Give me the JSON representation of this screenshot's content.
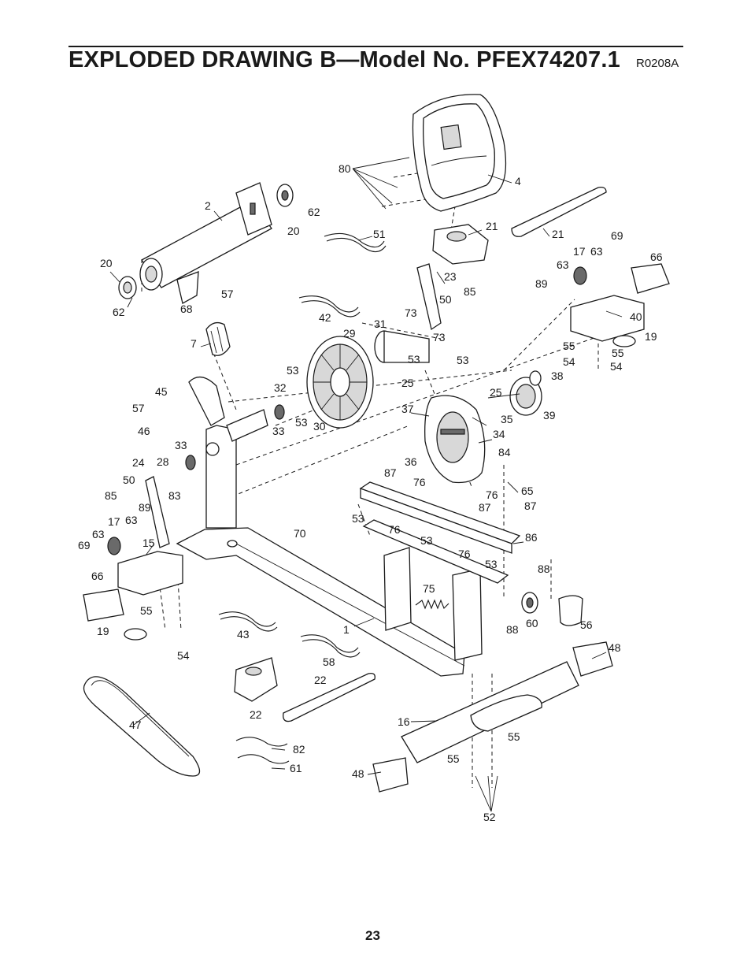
{
  "page": {
    "title": "EXPLODED DRAWING B—Model No. PFEX74207.1",
    "drawing_code": "R0208A",
    "page_number": "23"
  },
  "callouts": [
    "80",
    "4",
    "2",
    "62",
    "20",
    "51",
    "21",
    "21",
    "69",
    "17",
    "63",
    "66",
    "63",
    "89",
    "20",
    "62",
    "68",
    "57",
    "42",
    "23",
    "50",
    "85",
    "40",
    "73",
    "31",
    "73",
    "29",
    "55",
    "55",
    "54",
    "54",
    "19",
    "7",
    "53",
    "53",
    "53",
    "25",
    "25",
    "38",
    "32",
    "33",
    "53",
    "30",
    "45",
    "57",
    "46",
    "37",
    "39",
    "35",
    "34",
    "33",
    "28",
    "24",
    "84",
    "36",
    "87",
    "76",
    "65",
    "50",
    "85",
    "89",
    "83",
    "76",
    "87",
    "87",
    "17",
    "63",
    "15",
    "69",
    "63",
    "70",
    "53",
    "76",
    "53",
    "86",
    "76",
    "53",
    "66",
    "88",
    "75",
    "55",
    "19",
    "54",
    "1",
    "88",
    "60",
    "56",
    "43",
    "58",
    "48",
    "22",
    "22",
    "47",
    "16",
    "55",
    "82",
    "55",
    "61",
    "48",
    "52"
  ]
}
